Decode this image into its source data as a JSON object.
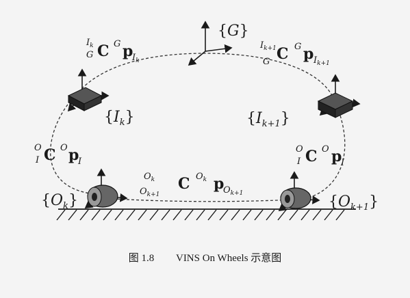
{
  "frames": {
    "global": "{G}",
    "imu_k": "{I_k}",
    "imu_k1": "{I_k+1}",
    "odom_k": "{O_k}",
    "odom_k1": "{O_k+1}"
  },
  "transforms": {
    "global_to_imu_k": "^{I_k}_G C ^G p_{I_k}",
    "global_to_imu_k1": "^{I_k+1}_G C ^G p_{I_k+1}",
    "imu_to_odom_left": "^O_I C ^O p_I",
    "imu_to_odom_right": "^O_I C ^O p_I",
    "odom_k_to_odom_k1": "^{O_k}_{O_k+1} C ^{O_k} p_{O_k+1}"
  },
  "caption": {
    "figure_number": "图 1.8",
    "title": "VINS On Wheels 示意图"
  }
}
